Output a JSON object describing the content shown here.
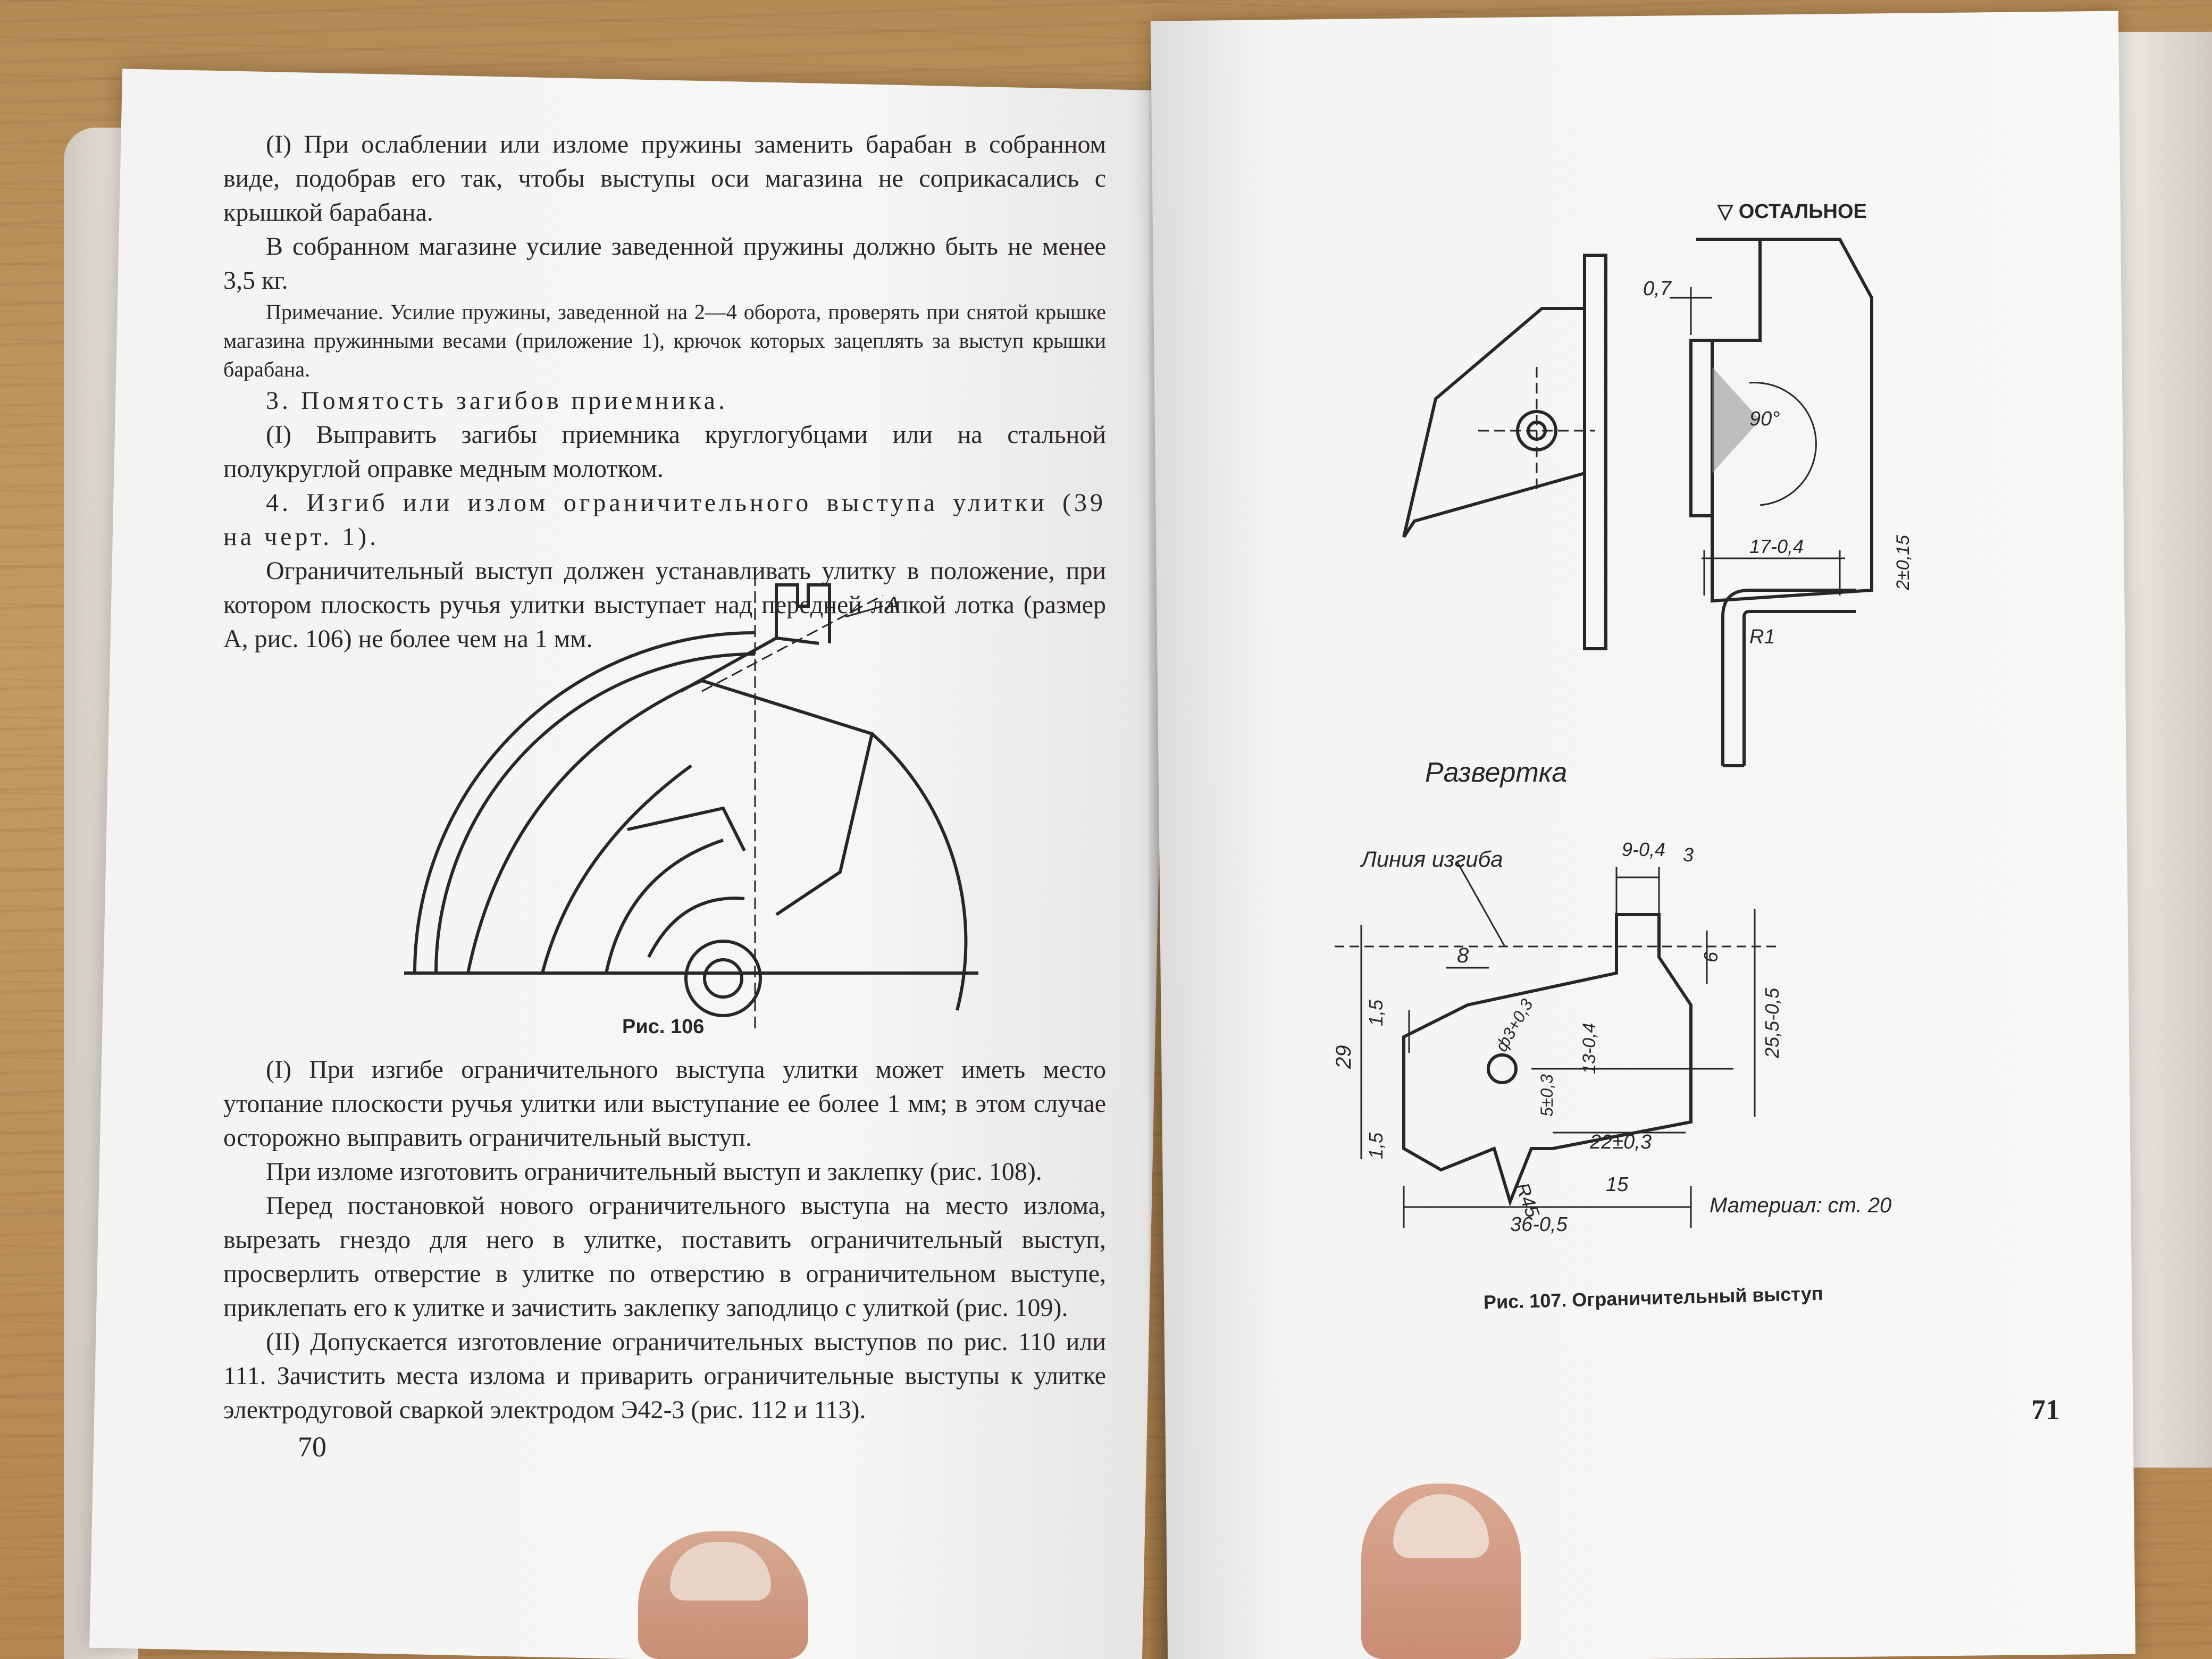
{
  "left_page": {
    "paragraphs": [
      {
        "id": "p1",
        "text": "(I) При ослаблении или изломе пружины заменить барабан в собранном виде, подобрав его так, чтобы выступы оси магазина не соприкасались с крышкой барабана."
      },
      {
        "id": "p2",
        "text": "В собранном магазине усилие заведенной пружины должно быть не менее 3,5 кг."
      },
      {
        "id": "p3",
        "text": "Примечание. Усилие пружины, заведенной на 2—4 оборота, проверять при снятой крышке магазина пружинными весами (приложение 1), крючок которых зацеплять за выступ крышки барабана."
      },
      {
        "id": "p4",
        "text": "3. Помятость загибов приемника."
      },
      {
        "id": "p5",
        "text": "(I) Выправить загибы приемника круглогубцами или на стальной полукруглой оправке медным молотком."
      },
      {
        "id": "p6",
        "text": "4. Изгиб или излом ограничительного выступа улитки (39 на черт. 1)."
      },
      {
        "id": "p7",
        "text": "Ограничительный выступ должен устанавливать улитку в положение, при котором плоскость ручья улитки выступает над передней лапкой лотка (размер А, рис. 106) не более чем на 1 мм."
      }
    ],
    "figure_106": {
      "caption": "Рис. 106",
      "label_a": "А"
    },
    "paragraphs_bottom": [
      {
        "id": "p8",
        "text": "(I) При изгибе ограничительного выступа улитки может иметь место утопание плоскости ручья улитки или выступание ее более 1 мм; в этом случае осторожно выправить ограничительный выступ."
      },
      {
        "id": "p9",
        "text": "При изломе изготовить ограничительный выступ и заклепку (рис. 108)."
      },
      {
        "id": "p10",
        "text": "Перед постановкой нового ограничительного выступа на место излома, вырезать гнездо для него в улитке, поставить ограничительный выступ, просверлить отверстие в улитке по отверстию в ограничительном выступе, приклепать его к улитке и зачистить заклепку заподлицо с улиткой (рис. 109)."
      },
      {
        "id": "p11",
        "text": "(II) Допускается изготовление ограничительных выступов по рис. 110 или 111. Зачистить места излома и приварить ограничительные выступы к улитке электродуговой сваркой электродом Э42-3 (рис. 112 и 113)."
      }
    ],
    "page_number": "70"
  },
  "right_page": {
    "roughness_note": "▽ ОСТАЛЬНОЕ",
    "dims": {
      "d07": "0,7",
      "angle": "90°",
      "d17": "17-0,4",
      "d2": "2±0,15",
      "r1": "R1",
      "d9": "9-0,4",
      "d3": "3",
      "d6": "6",
      "d255": "25,5-0,5",
      "d8": "8",
      "d15a": "1,5",
      "d29": "29",
      "dhole": "ф3+0,3",
      "d13": "13-0,4",
      "d5": "5±0,3",
      "d15b": "1,5",
      "d22": "22±0,3",
      "r45": "R45",
      "d15": "15",
      "d36": "36-0,5"
    },
    "razvertka_label": "Развертка",
    "bend_line_label": "Линия изгиба",
    "material_label": "Материал: ст. 20",
    "caption": "Рис. 107. Ограничительный выступ",
    "page_number": "71"
  },
  "colors": {
    "wood": "#c49a63",
    "paper": "#f6f6f5",
    "ink": "#2a2626"
  }
}
